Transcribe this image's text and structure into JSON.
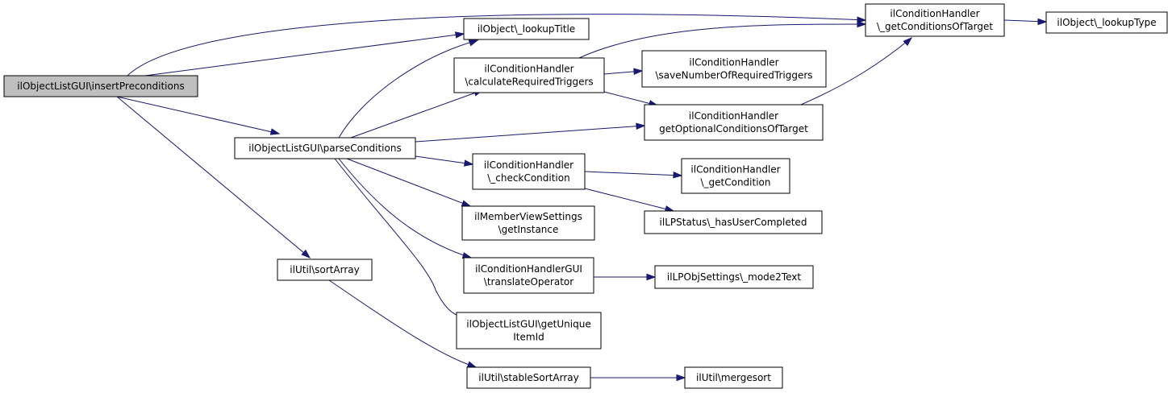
{
  "colors": {
    "edge": "#191970",
    "root_fill": "#bfbfbf",
    "node_fill": "#ffffff",
    "node_border": "#000000"
  },
  "nodes": [
    {
      "id": "n0",
      "lines": [
        "ilObjectListGUI\\insertPreconditions"
      ],
      "root": true
    },
    {
      "id": "n1",
      "lines": [
        "ilConditionHandler",
        "\\_getConditionsOfTarget"
      ]
    },
    {
      "id": "n2",
      "lines": [
        "ilObject\\_lookupTitle"
      ]
    },
    {
      "id": "n3",
      "lines": [
        "ilObjectListGUI\\parseConditions"
      ]
    },
    {
      "id": "n4",
      "lines": [
        "ilUtil\\sortArray"
      ]
    },
    {
      "id": "n5",
      "lines": [
        "ilObject\\_lookupType"
      ]
    },
    {
      "id": "n6",
      "lines": [
        "ilConditionHandler",
        "\\calculateRequiredTriggers"
      ]
    },
    {
      "id": "n7",
      "lines": [
        "ilConditionHandler",
        "getOptionalConditionsOfTarget"
      ]
    },
    {
      "id": "n8",
      "lines": [
        "ilConditionHandler",
        "\\_checkCondition"
      ]
    },
    {
      "id": "n9",
      "lines": [
        "ilMemberViewSettings",
        "\\getInstance"
      ]
    },
    {
      "id": "n10",
      "lines": [
        "ilConditionHandlerGUI",
        "\\translateOperator"
      ]
    },
    {
      "id": "n11",
      "lines": [
        "ilObjectListGUI\\getUnique",
        "ItemId"
      ]
    },
    {
      "id": "n12",
      "lines": [
        "ilConditionHandler",
        "\\saveNumberOfRequiredTriggers"
      ]
    },
    {
      "id": "n13",
      "lines": [
        "ilConditionHandler",
        "\\_getCondition"
      ]
    },
    {
      "id": "n14",
      "lines": [
        "ilLPStatus\\_hasUserCompleted"
      ]
    },
    {
      "id": "n15",
      "lines": [
        "ilLPObjSettings\\_mode2Text"
      ]
    },
    {
      "id": "n16",
      "lines": [
        "ilUtil\\stableSortArray"
      ]
    },
    {
      "id": "n17",
      "lines": [
        "ilUtil\\mergesort"
      ]
    }
  ],
  "edges": [
    {
      "from": "n0",
      "to": "n1"
    },
    {
      "from": "n0",
      "to": "n2"
    },
    {
      "from": "n0",
      "to": "n3"
    },
    {
      "from": "n0",
      "to": "n4"
    },
    {
      "from": "n1",
      "to": "n5"
    },
    {
      "from": "n3",
      "to": "n2"
    },
    {
      "from": "n3",
      "to": "n6"
    },
    {
      "from": "n3",
      "to": "n7"
    },
    {
      "from": "n3",
      "to": "n8"
    },
    {
      "from": "n3",
      "to": "n9"
    },
    {
      "from": "n3",
      "to": "n10"
    },
    {
      "from": "n3",
      "to": "n11"
    },
    {
      "from": "n6",
      "to": "n1"
    },
    {
      "from": "n6",
      "to": "n12"
    },
    {
      "from": "n6",
      "to": "n7"
    },
    {
      "from": "n7",
      "to": "n1"
    },
    {
      "from": "n8",
      "to": "n13"
    },
    {
      "from": "n8",
      "to": "n14"
    },
    {
      "from": "n10",
      "to": "n15"
    },
    {
      "from": "n4",
      "to": "n16"
    },
    {
      "from": "n16",
      "to": "n17"
    }
  ]
}
